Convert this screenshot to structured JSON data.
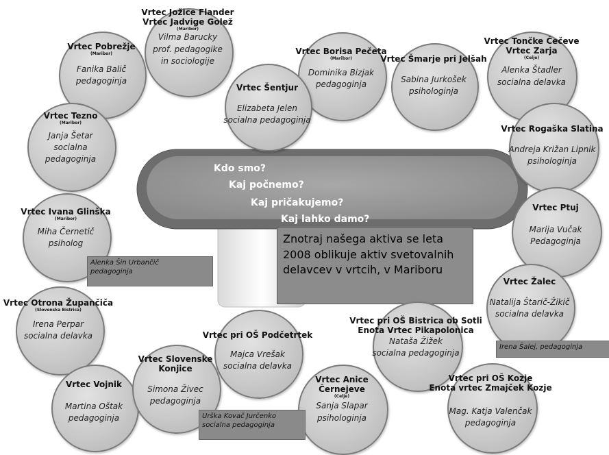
{
  "questions": [
    "Kdo smo?",
    "Kaj počnemo?",
    "Kaj pričakujemo?",
    "Kaj lahko damo?"
  ],
  "central_text": "Znotraj našega aktiva se leta 2008 oblikuje aktiv svetovalnih delavcev v vrtcih, v Mariboru",
  "nodes": [
    {
      "name": "Vrtec Jožice Flander\nVrtec Jadvige Golež",
      "sub": "(Maribor)",
      "person": "Vilma Barucky\nprof. pedagogike\nin sociologije"
    },
    {
      "name": "Vrtec Pobrežje",
      "sub": "(Maribor)",
      "person": "Fanika Balič\npedagoginja"
    },
    {
      "name": "Vrtec Borisa Pečeta",
      "sub": "(Maribor)",
      "person": "Dominika Bizjak\npedagoginja"
    },
    {
      "name": "Vrtec Šmarje pri Jelšah",
      "sub": "",
      "person": "Sabina Jurkošek\npsihologinja"
    },
    {
      "name": "Vrtec Tončke Čečeve\nVrtec Zarja",
      "sub": "(Celje)",
      "person": "Alenka Štadler\nsocialna delavka"
    },
    {
      "name": "Vrtec Šentjur",
      "sub": "",
      "person": "Elizabeta Jelen\nsocialna pedagoginja"
    },
    {
      "name": "Vrtec Tezno",
      "sub": "(Maribor)",
      "person": "Janja Šetar\nsocialna\npedagoginja"
    },
    {
      "name": "Vrtec Rogaška Slatina",
      "sub": "",
      "person": "Andreja Križan Lipnik\npsihologinja"
    },
    {
      "name": "Vrtec Ivana Glinška",
      "sub": "(Maribor)",
      "person": "Miha Černetič\npsiholog"
    },
    {
      "name": "Vrtec Ptuj",
      "sub": "",
      "person": "Marija Vučak\nPedagoginja"
    },
    {
      "name": "Vrtec Žalec",
      "sub": "",
      "person": "Natalija Štarič-Žikič\nsocialna delavka"
    },
    {
      "name": "Vrtec Otrona Župančiča",
      "sub": "(Slovenska Bistrica)",
      "person": "Irena Perpar\nsocialna delavka"
    },
    {
      "name": "Vrtec pri OŠ Podčetrtek",
      "sub": "",
      "person": "Majca Vrešak\nsocialna delavka"
    },
    {
      "name": "Vrtec pri OŠ Bistrica ob Sotli\nEnota Vrtec Pikapolonica",
      "sub": "",
      "person": "Nataša Žižek\nsocialna pedagoginja"
    },
    {
      "name": "Vrtec Vojnik",
      "sub": "",
      "person": "Martina Oštak\npedagoginja"
    },
    {
      "name": "Vrtec Slovenske\nKonjice",
      "sub": "",
      "person": "Simona Živec\npedagoginja"
    },
    {
      "name": "Vrtec Anice\nČernejeve",
      "sub": "(Celje)",
      "person": "Sanja Slapar\npsihologinja"
    },
    {
      "name": "Vrtec pri OŠ Kozje\nEnota vrtec Zmajček Kozje",
      "sub": "",
      "person": "Mag. Katja Valenčak\npedagoginja"
    }
  ],
  "extra_labels": [
    "Alenka Šin Urbančič\npedagoginja",
    "Irena Šalej, pedagoginja",
    "Urška Kovač Jurčenko\nsocialna pedagoginja"
  ]
}
